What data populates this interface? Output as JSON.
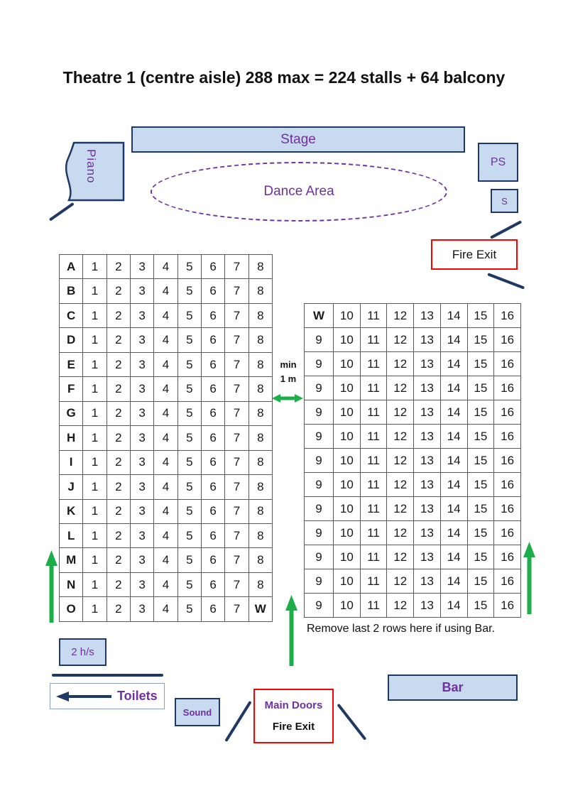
{
  "title": "Theatre 1 (centre aisle) 288 max = 224 stalls + 64 balcony",
  "stage": {
    "label": "Stage"
  },
  "piano": {
    "label": "Piano"
  },
  "ps_box": {
    "label": "PS"
  },
  "s_box": {
    "label": "S"
  },
  "dance_area": {
    "label": "Dance Area"
  },
  "fire_exit_right": {
    "label": "Fire Exit"
  },
  "aisle": {
    "line1": "min",
    "line2": "1 m"
  },
  "left_grid": {
    "rows": [
      [
        "A",
        "1",
        "2",
        "3",
        "4",
        "5",
        "6",
        "7",
        "8"
      ],
      [
        "B",
        "1",
        "2",
        "3",
        "4",
        "5",
        "6",
        "7",
        "8"
      ],
      [
        "C",
        "1",
        "2",
        "3",
        "4",
        "5",
        "6",
        "7",
        "8"
      ],
      [
        "D",
        "1",
        "2",
        "3",
        "4",
        "5",
        "6",
        "7",
        "8"
      ],
      [
        "E",
        "1",
        "2",
        "3",
        "4",
        "5",
        "6",
        "7",
        "8"
      ],
      [
        "F",
        "1",
        "2",
        "3",
        "4",
        "5",
        "6",
        "7",
        "8"
      ],
      [
        "G",
        "1",
        "2",
        "3",
        "4",
        "5",
        "6",
        "7",
        "8"
      ],
      [
        "H",
        "1",
        "2",
        "3",
        "4",
        "5",
        "6",
        "7",
        "8"
      ],
      [
        "I",
        "1",
        "2",
        "3",
        "4",
        "5",
        "6",
        "7",
        "8"
      ],
      [
        "J",
        "1",
        "2",
        "3",
        "4",
        "5",
        "6",
        "7",
        "8"
      ],
      [
        "K",
        "1",
        "2",
        "3",
        "4",
        "5",
        "6",
        "7",
        "8"
      ],
      [
        "L",
        "1",
        "2",
        "3",
        "4",
        "5",
        "6",
        "7",
        "8"
      ],
      [
        "M",
        "1",
        "2",
        "3",
        "4",
        "5",
        "6",
        "7",
        "8"
      ],
      [
        "N",
        "1",
        "2",
        "3",
        "4",
        "5",
        "6",
        "7",
        "8"
      ],
      [
        "O",
        "1",
        "2",
        "3",
        "4",
        "5",
        "6",
        "7",
        "W"
      ]
    ]
  },
  "right_grid": {
    "rows": [
      [
        "W",
        "10",
        "11",
        "12",
        "13",
        "14",
        "15",
        "16"
      ],
      [
        "9",
        "10",
        "11",
        "12",
        "13",
        "14",
        "15",
        "16"
      ],
      [
        "9",
        "10",
        "11",
        "12",
        "13",
        "14",
        "15",
        "16"
      ],
      [
        "9",
        "10",
        "11",
        "12",
        "13",
        "14",
        "15",
        "16"
      ],
      [
        "9",
        "10",
        "11",
        "12",
        "13",
        "14",
        "15",
        "16"
      ],
      [
        "9",
        "10",
        "11",
        "12",
        "13",
        "14",
        "15",
        "16"
      ],
      [
        "9",
        "10",
        "11",
        "12",
        "13",
        "14",
        "15",
        "16"
      ],
      [
        "9",
        "10",
        "11",
        "12",
        "13",
        "14",
        "15",
        "16"
      ],
      [
        "9",
        "10",
        "11",
        "12",
        "13",
        "14",
        "15",
        "16"
      ],
      [
        "9",
        "10",
        "11",
        "12",
        "13",
        "14",
        "15",
        "16"
      ],
      [
        "9",
        "10",
        "11",
        "12",
        "13",
        "14",
        "15",
        "16"
      ],
      [
        "9",
        "10",
        "11",
        "12",
        "13",
        "14",
        "15",
        "16"
      ],
      [
        "9",
        "10",
        "11",
        "12",
        "13",
        "14",
        "15",
        "16"
      ]
    ]
  },
  "note": "Remove last 2 rows here if using Bar.",
  "hs_box": {
    "label": "2 h/s"
  },
  "toilets": {
    "label": "Toilets"
  },
  "sound": {
    "label": "Sound"
  },
  "main_doors": {
    "line1": "Main Doors",
    "line2": "Fire Exit"
  },
  "bar": {
    "label": "Bar"
  },
  "colors": {
    "box_fill": "#c8daf0",
    "navy": "#1f3864",
    "purple": "#7030a0",
    "row_letter_blue": "#2da9e1",
    "wheelchair_red": "#c00000",
    "exit_red": "#ff0000",
    "arrow_green": "#1ead4b"
  }
}
